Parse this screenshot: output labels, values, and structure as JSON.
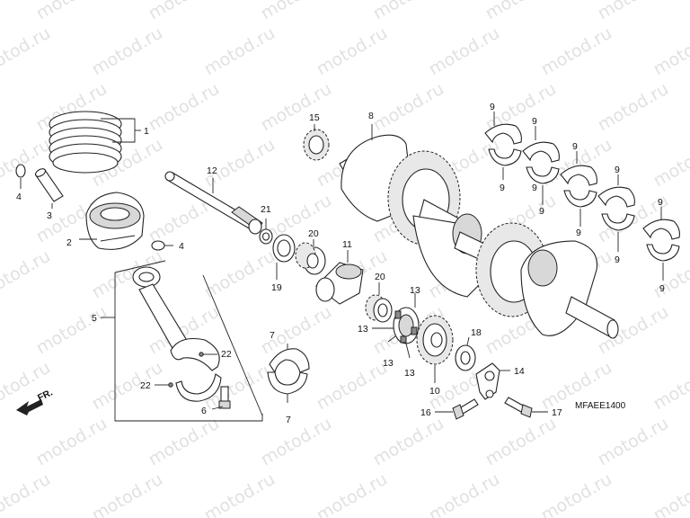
{
  "watermark": "motod.ru",
  "diagram_code": "MFAEE1400",
  "front_arrow_label": "FR.",
  "callouts": {
    "c1": "1",
    "c2": "2",
    "c3": "3",
    "c4a": "4",
    "c4b": "4",
    "c5": "5",
    "c6": "6",
    "c7a": "7",
    "c7b": "7",
    "c8": "8",
    "c9a": "9",
    "c9b": "9",
    "c9c": "9",
    "c9d": "9",
    "c9e": "9",
    "c9f": "9",
    "c9g": "9",
    "c9h": "9",
    "c9i": "9",
    "c9j": "9",
    "c9k": "9",
    "c9l": "9",
    "c10": "10",
    "c11": "11",
    "c12": "12",
    "c13a": "13",
    "c13b": "13",
    "c13c": "13",
    "c13d": "13",
    "c14": "14",
    "c15": "15",
    "c16": "16",
    "c17": "17",
    "c18": "18",
    "c19": "19",
    "c20a": "20",
    "c20b": "20",
    "c21": "21",
    "c22a": "22",
    "c22b": "22"
  }
}
